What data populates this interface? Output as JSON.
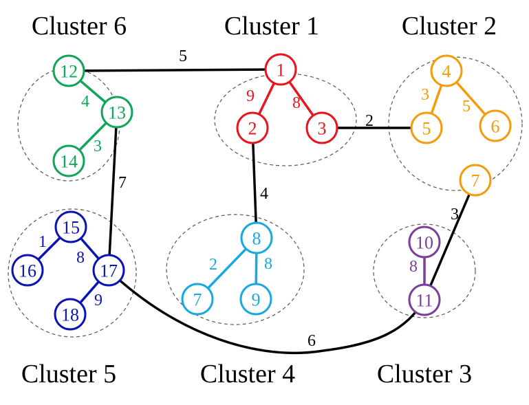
{
  "colors": {
    "c1": "#e8141e",
    "c2": "#f59b0a",
    "c3": "#7a3f9a",
    "c4": "#1aa8e0",
    "c5": "#0a14b4",
    "c6": "#11a55a",
    "inter": "#000000",
    "root_fill": "#ccf5cc"
  },
  "clusters": [
    {
      "id": "c1",
      "title": "Cluster 1"
    },
    {
      "id": "c2",
      "title": "Cluster 2"
    },
    {
      "id": "c3",
      "title": "Cluster 3"
    },
    {
      "id": "c4",
      "title": "Cluster 4"
    },
    {
      "id": "c5",
      "title": "Cluster 5"
    },
    {
      "id": "c6",
      "title": "Cluster 6"
    }
  ],
  "nodes": [
    {
      "key": "c1-1",
      "cluster": "c1",
      "label": "1",
      "root": true
    },
    {
      "key": "c1-2",
      "cluster": "c1",
      "label": "2"
    },
    {
      "key": "c1-3",
      "cluster": "c1",
      "label": "3"
    },
    {
      "key": "c2-4",
      "cluster": "c2",
      "label": "4"
    },
    {
      "key": "c2-5",
      "cluster": "c2",
      "label": "5"
    },
    {
      "key": "c2-6",
      "cluster": "c2",
      "label": "6"
    },
    {
      "key": "c2-7",
      "cluster": "c2",
      "label": "7"
    },
    {
      "key": "c3-10",
      "cluster": "c3",
      "label": "10"
    },
    {
      "key": "c3-11",
      "cluster": "c3",
      "label": "11"
    },
    {
      "key": "c4-8",
      "cluster": "c4",
      "label": "8"
    },
    {
      "key": "c4-7",
      "cluster": "c4",
      "label": "7"
    },
    {
      "key": "c4-9",
      "cluster": "c4",
      "label": "9"
    },
    {
      "key": "c5-15",
      "cluster": "c5",
      "label": "15"
    },
    {
      "key": "c5-16",
      "cluster": "c5",
      "label": "16"
    },
    {
      "key": "c5-17",
      "cluster": "c5",
      "label": "17"
    },
    {
      "key": "c5-18",
      "cluster": "c5",
      "label": "18"
    },
    {
      "key": "c6-12",
      "cluster": "c6",
      "label": "12"
    },
    {
      "key": "c6-13",
      "cluster": "c6",
      "label": "13"
    },
    {
      "key": "c6-14",
      "cluster": "c6",
      "label": "14"
    }
  ],
  "edges": [
    {
      "from": "c1-1",
      "to": "c1-2",
      "weight": "9",
      "color": "c1"
    },
    {
      "from": "c1-1",
      "to": "c1-3",
      "weight": "8",
      "color": "c1"
    },
    {
      "from": "c2-4",
      "to": "c2-5",
      "weight": "3",
      "color": "c2"
    },
    {
      "from": "c2-4",
      "to": "c2-6",
      "weight": "5",
      "color": "c2"
    },
    {
      "from": "c3-10",
      "to": "c3-11",
      "weight": "8",
      "color": "c3"
    },
    {
      "from": "c4-8",
      "to": "c4-7",
      "weight": "2",
      "color": "c4"
    },
    {
      "from": "c4-8",
      "to": "c4-9",
      "weight": "8",
      "color": "c4"
    },
    {
      "from": "c5-15",
      "to": "c5-16",
      "weight": "1",
      "color": "c5"
    },
    {
      "from": "c5-15",
      "to": "c5-17",
      "weight": "8",
      "color": "c5"
    },
    {
      "from": "c5-17",
      "to": "c5-18",
      "weight": "9",
      "color": "c5"
    },
    {
      "from": "c6-12",
      "to": "c6-13",
      "weight": "4",
      "color": "c6"
    },
    {
      "from": "c6-13",
      "to": "c6-14",
      "weight": "3",
      "color": "c6"
    },
    {
      "from": "c6-12",
      "to": "c1-1",
      "weight": "5",
      "color": "inter"
    },
    {
      "from": "c1-3",
      "to": "c2-5",
      "weight": "2",
      "color": "inter"
    },
    {
      "from": "c1-2",
      "to": "c4-8",
      "weight": "4",
      "color": "inter"
    },
    {
      "from": "c6-13",
      "to": "c5-17",
      "weight": "7",
      "color": "inter"
    },
    {
      "from": "c2-7",
      "to": "c3-11",
      "weight": "3",
      "color": "inter"
    },
    {
      "from": "c5-17",
      "to": "c3-11",
      "weight": "6",
      "color": "inter"
    }
  ]
}
